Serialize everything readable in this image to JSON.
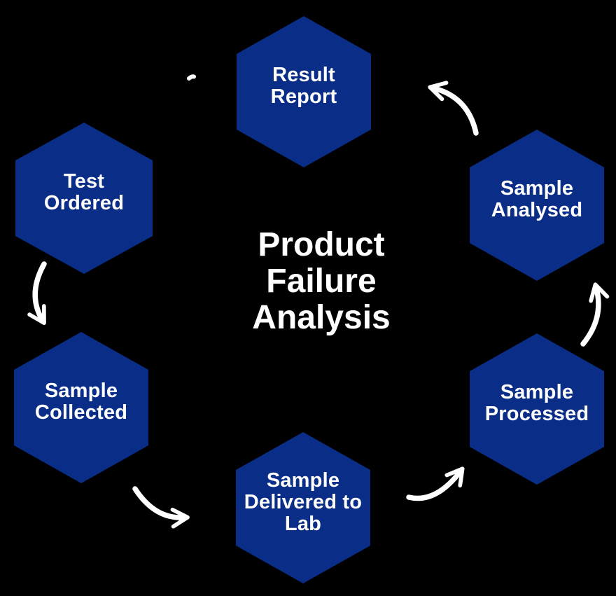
{
  "diagram": {
    "title": {
      "text": "Product Failure Analysis",
      "lines": [
        "Product",
        "Failure",
        "Analysis"
      ]
    },
    "steps": [
      {
        "id": "test-ordered",
        "label": "Test Ordered",
        "lines": [
          "Test",
          "Ordered"
        ]
      },
      {
        "id": "sample-collected",
        "label": "Sample Collected",
        "lines": [
          "Sample",
          "Collected"
        ]
      },
      {
        "id": "sample-delivered-to-lab",
        "label": "Sample Delivered to Lab",
        "lines": [
          "Sample",
          "Delivered to",
          "Lab"
        ]
      },
      {
        "id": "sample-processed",
        "label": "Sample Processed",
        "lines": [
          "Sample",
          "Processed"
        ]
      },
      {
        "id": "sample-analysed",
        "label": "Sample Analysed",
        "lines": [
          "Sample",
          "Analysed"
        ]
      },
      {
        "id": "result-report",
        "label": "Result Report",
        "lines": [
          "Result",
          "Report"
        ]
      }
    ],
    "flow_order": [
      "test-ordered",
      "sample-collected",
      "sample-delivered-to-lab",
      "sample-processed",
      "sample-analysed",
      "result-report"
    ],
    "arrows": [
      {
        "name": "arrow-test-ordered-to-sample-collected",
        "from": "test-ordered",
        "to": "sample-collected"
      },
      {
        "name": "arrow-sample-collected-to-sample-delivered",
        "from": "sample-collected",
        "to": "sample-delivered-to-lab"
      },
      {
        "name": "arrow-sample-delivered-to-sample-processed",
        "from": "sample-delivered-to-lab",
        "to": "sample-processed"
      },
      {
        "name": "arrow-sample-processed-to-sample-analysed",
        "from": "sample-processed",
        "to": "sample-analysed"
      },
      {
        "name": "arrow-sample-analysed-to-result-report",
        "from": "sample-analysed",
        "to": "result-report"
      },
      {
        "name": "arrow-result-report-to-test-ordered-remnant",
        "from": "result-report",
        "to": "test-ordered"
      }
    ],
    "colors": {
      "background": "#000000",
      "hexagon": "#0a2e87",
      "text": "#ffffff",
      "arrow": "#ffffff"
    }
  }
}
